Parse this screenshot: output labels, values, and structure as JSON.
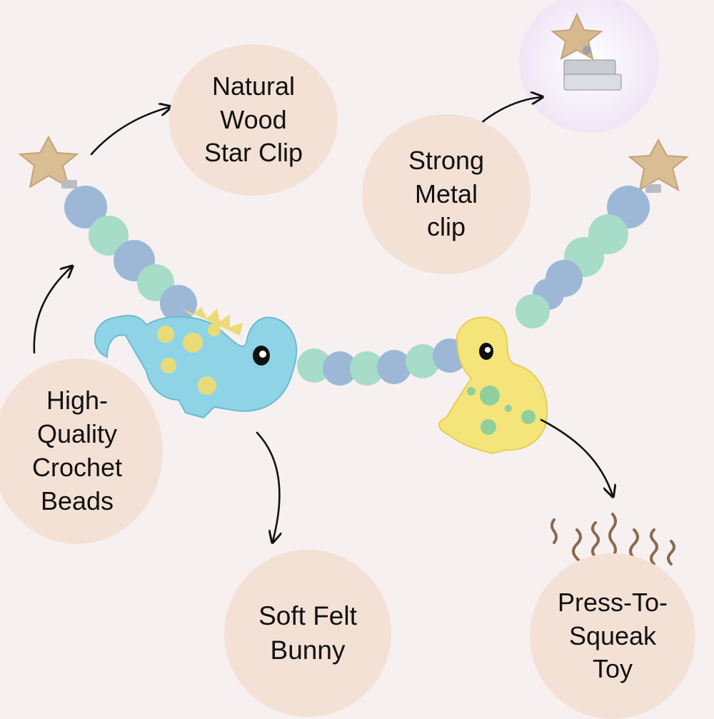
{
  "labels": {
    "wood_clip": "Natural\nWood\nStar Clip",
    "metal_clip": "Strong\nMetal\nclip",
    "beads": "High-\nQuality\nCrochet\nBeads",
    "felt": "Soft Felt\nBunny",
    "squeak": "Press-To-\nSqueak\nToy"
  },
  "colors": {
    "background": "#f7f0f1",
    "bubble": "#f4e1d5",
    "wood": "#d9bd93",
    "bead_blue": "#9cb8d6",
    "bead_mint": "#a6dcc8",
    "dino_blue": "#8fd4e6",
    "dino_yellow": "#f5e47a",
    "squeak_lines": "#8c6a4e"
  },
  "icons": [
    "wood-star-clip",
    "metal-clip-photo",
    "dinosaur-blue",
    "dinosaur-yellow",
    "squeak-lines",
    "arrow"
  ]
}
